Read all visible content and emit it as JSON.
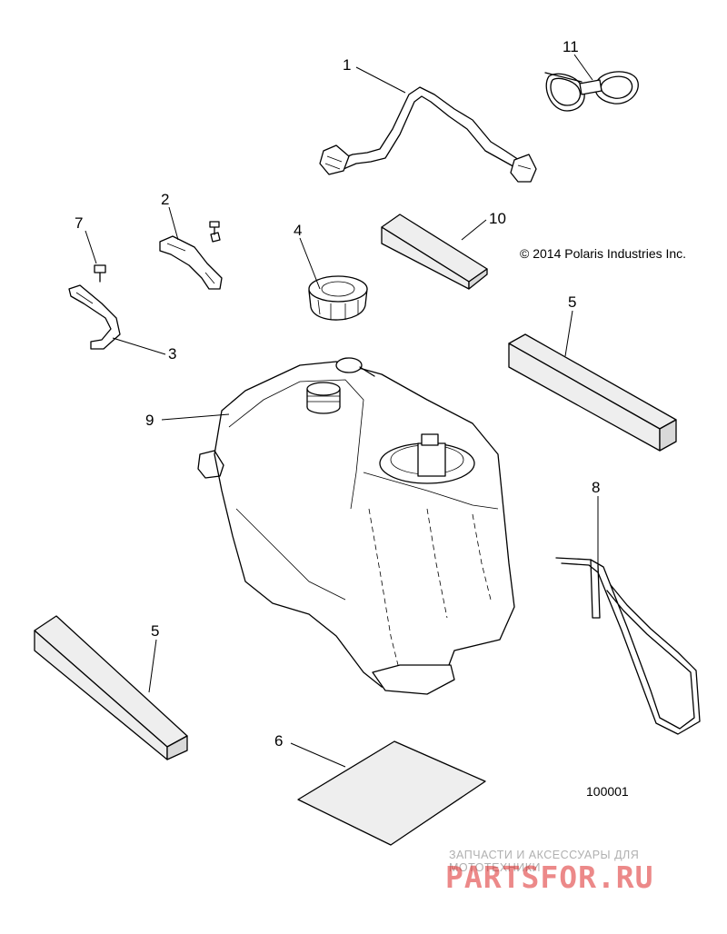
{
  "copyright": "© 2014 Polaris Industries Inc.",
  "figure_number": "100001",
  "callouts": {
    "c1": "1",
    "c2": "2",
    "c3": "3",
    "c4": "4",
    "c5a": "5",
    "c5b": "5",
    "c6": "6",
    "c7": "7",
    "c8": "8",
    "c9": "9",
    "c10": "10",
    "c11": "11"
  },
  "watermark": {
    "tagline": "ЗАПЧАСТИ И АКСЕССУАРЫ ДЛЯ МОТОТЕХНИКИ",
    "logo": "PARTSFOR.RU"
  }
}
